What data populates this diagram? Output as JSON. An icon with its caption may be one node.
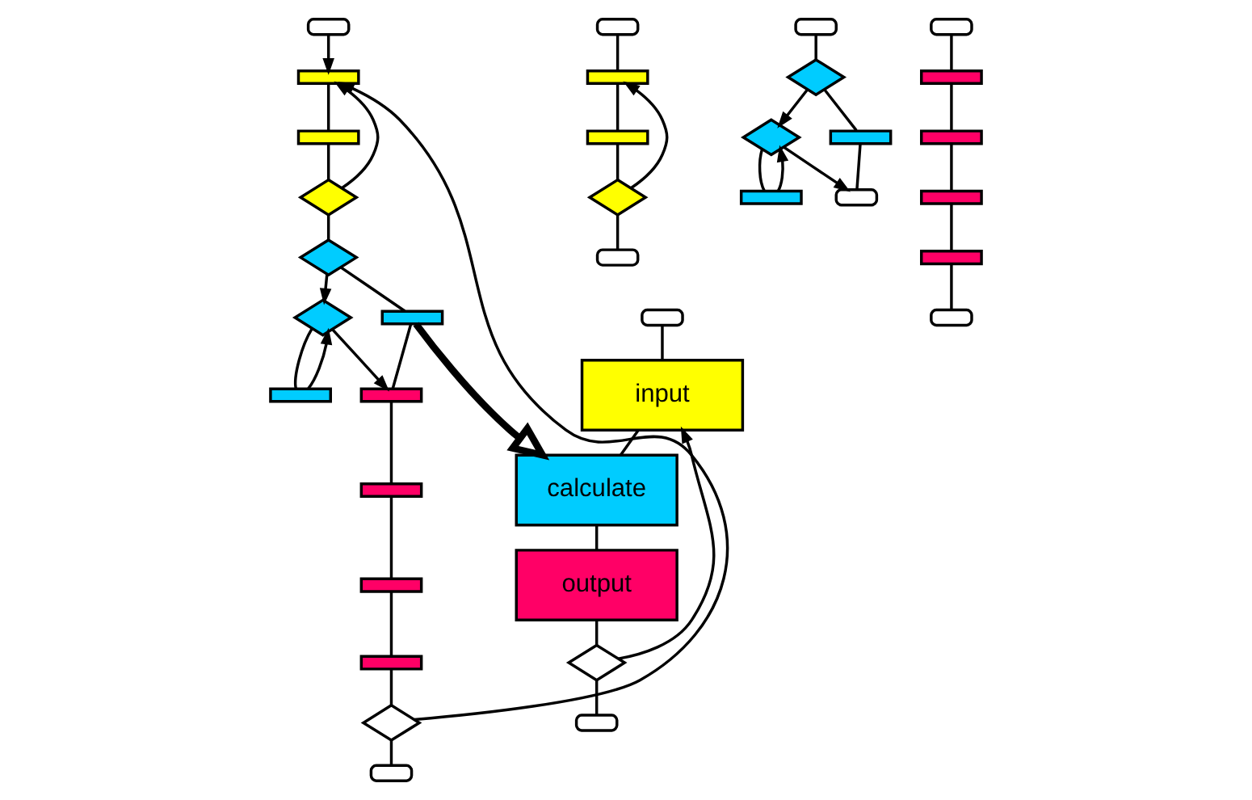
{
  "diagram": {
    "nodes": [
      {
        "text": [],
        "shape": "oval"
      },
      {
        "text": [],
        "shape": "bar"
      },
      {
        "text": [],
        "shape": "bar"
      },
      {
        "text": [],
        "shape": "diamond"
      },
      {
        "text": [],
        "shape": "diamond"
      },
      {
        "text": [],
        "shape": "diamond"
      },
      {
        "text": [],
        "shape": "bar"
      },
      {
        "text": [],
        "shape": "bar"
      },
      {
        "text": [],
        "shape": "bar"
      },
      {
        "text": [],
        "shape": "bar"
      },
      {
        "text": [],
        "shape": "bar"
      },
      {
        "text": [],
        "shape": "bar"
      },
      {
        "text": [],
        "shape": "diamond"
      },
      {
        "text": [],
        "shape": "oval"
      },
      {
        "text": [],
        "shape": "oval"
      },
      {
        "text": [
          "input"
        ]
      },
      {
        "text": [
          "calculate"
        ]
      },
      {
        "text": [
          "output"
        ]
      },
      {
        "text": [],
        "shape": "diamond"
      },
      {
        "text": [],
        "shape": "oval"
      },
      {
        "text": [],
        "shape": "oval"
      },
      {
        "text": [],
        "shape": "bar"
      },
      {
        "text": [],
        "shape": "bar"
      },
      {
        "text": [],
        "shape": "diamond"
      },
      {
        "text": [],
        "shape": "oval"
      },
      {
        "text": [],
        "shape": "oval"
      },
      {
        "text": [],
        "shape": "diamond"
      },
      {
        "text": [],
        "shape": "diamond"
      },
      {
        "text": [],
        "shape": "bar"
      },
      {
        "text": [],
        "shape": "bar"
      },
      {
        "text": [],
        "shape": "oval"
      },
      {
        "text": [],
        "shape": "oval"
      },
      {
        "text": [],
        "shape": "bar"
      },
      {
        "text": [],
        "shape": "bar"
      },
      {
        "text": [],
        "shape": "bar"
      },
      {
        "text": [],
        "shape": "bar"
      },
      {
        "text": [],
        "shape": "oval"
      }
    ],
    "edges": [
      {
        "from": 0,
        "to": 1,
        "arrow": "to"
      },
      {
        "from": 1,
        "to": 2,
        "arrow": "none"
      },
      {
        "from": 2,
        "to": 3,
        "arrow": "none"
      },
      {
        "from": 3,
        "to": 1,
        "arrow": "to"
      },
      {
        "from": 3,
        "to": 4,
        "arrow": "none"
      },
      {
        "from": 4,
        "to": 5,
        "arrow": "to"
      },
      {
        "from": 4,
        "to": 7,
        "arrow": "none"
      },
      {
        "from": 5,
        "to": 6,
        "arrow": "none"
      },
      {
        "from": 6,
        "to": 5,
        "arrow": "to"
      },
      {
        "from": 5,
        "to": 8,
        "arrow": "to"
      },
      {
        "from": 7,
        "to": 8,
        "arrow": "none"
      },
      {
        "from": 8,
        "to": 9,
        "arrow": "none"
      },
      {
        "from": 9,
        "to": 10,
        "arrow": "none"
      },
      {
        "from": 10,
        "to": 11,
        "arrow": "none"
      },
      {
        "from": 11,
        "to": 12,
        "arrow": "none"
      },
      {
        "from": 12,
        "to": 1,
        "arrow": "to"
      },
      {
        "from": 12,
        "to": 13,
        "arrow": "none"
      },
      {
        "from": 7,
        "to": 16,
        "arrow": "to",
        "style": "thick"
      },
      {
        "from": 14,
        "to": 15,
        "arrow": "none"
      },
      {
        "from": 15,
        "to": 16,
        "arrow": "none"
      },
      {
        "from": 16,
        "to": 17,
        "arrow": "none"
      },
      {
        "from": 17,
        "to": 18,
        "arrow": "none"
      },
      {
        "from": 18,
        "to": 15,
        "arrow": "to"
      },
      {
        "from": 18,
        "to": 19,
        "arrow": "none"
      },
      {
        "from": 20,
        "to": 21,
        "arrow": "none"
      },
      {
        "from": 21,
        "to": 22,
        "arrow": "none"
      },
      {
        "from": 22,
        "to": 23,
        "arrow": "none"
      },
      {
        "from": 23,
        "to": 21,
        "arrow": "to"
      },
      {
        "from": 23,
        "to": 24,
        "arrow": "none"
      },
      {
        "from": 25,
        "to": 26,
        "arrow": "none"
      },
      {
        "from": 26,
        "to": 27,
        "arrow": "to"
      },
      {
        "from": 26,
        "to": 29,
        "arrow": "none"
      },
      {
        "from": 27,
        "to": 28,
        "arrow": "none"
      },
      {
        "from": 28,
        "to": 27,
        "arrow": "to"
      },
      {
        "from": 27,
        "to": 30,
        "arrow": "to"
      },
      {
        "from": 29,
        "to": 30,
        "arrow": "none"
      },
      {
        "from": 31,
        "to": 32,
        "arrow": "none"
      },
      {
        "from": 32,
        "to": 33,
        "arrow": "none"
      },
      {
        "from": 33,
        "to": 34,
        "arrow": "none"
      },
      {
        "from": 34,
        "to": 35,
        "arrow": "none"
      },
      {
        "from": 35,
        "to": 36,
        "arrow": "none"
      }
    ]
  }
}
